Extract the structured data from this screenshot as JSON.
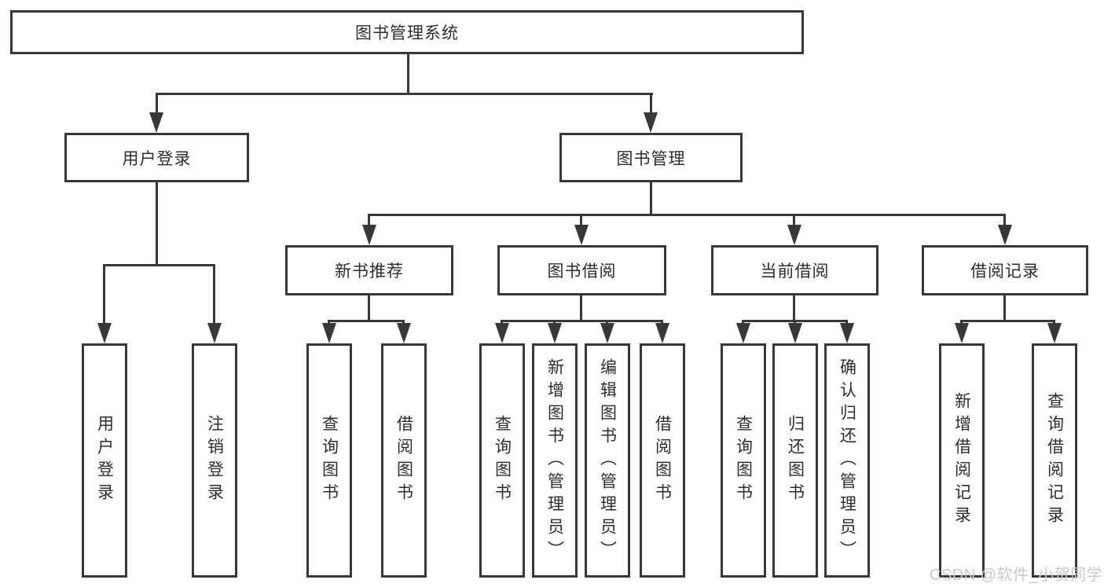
{
  "root": {
    "label": "图书管理系统"
  },
  "level2": {
    "user_login": {
      "label": "用户登录"
    },
    "book_mgmt": {
      "label": "图书管理"
    }
  },
  "level3": {
    "new_book_rec": {
      "label": "新书推荐"
    },
    "book_borrow": {
      "label": "图书借阅"
    },
    "current_borrow": {
      "label": "当前借阅"
    },
    "borrow_record": {
      "label": "借阅记录"
    }
  },
  "leaves": {
    "login_user_login": {
      "label": "用户登录"
    },
    "login_logout": {
      "label": "注销登录"
    },
    "rec_query_book": {
      "label": "查询图书"
    },
    "rec_borrow_book": {
      "label": "借阅图书"
    },
    "bb_query_book": {
      "label": "查询图书"
    },
    "bb_add_book": {
      "label": "新增图书（管理员）"
    },
    "bb_edit_book": {
      "label": "编辑图书（管理员）"
    },
    "bb_borrow_book": {
      "label": "借阅图书"
    },
    "cb_query_book": {
      "label": "查询图书"
    },
    "cb_return_book": {
      "label": "归还图书"
    },
    "cb_confirm_return": {
      "label": "确认归还（管理员）"
    },
    "br_add_record": {
      "label": "新增借阅记录"
    },
    "br_query_record": {
      "label": "查询借阅记录"
    }
  },
  "watermark": {
    "label": "CSDN @软件_小贺同学"
  },
  "colors": {
    "line": "#383838",
    "text": "#2d2d2d",
    "box_bg": "#ffffff",
    "watermark": "#c8c8c8",
    "background": "#ffffff"
  }
}
